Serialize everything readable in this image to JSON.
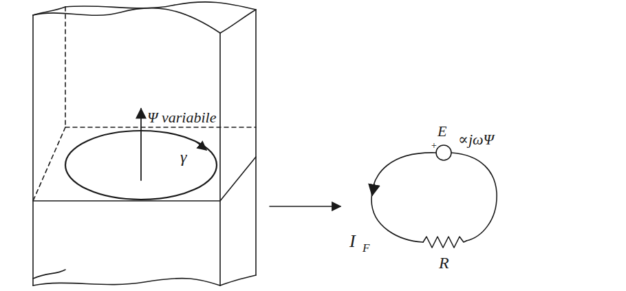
{
  "diagram": {
    "labels": [
      "Ψ variabile",
      "γ",
      "E",
      "+",
      "∝jωΨ",
      "I",
      "F",
      "R"
    ]
  }
}
